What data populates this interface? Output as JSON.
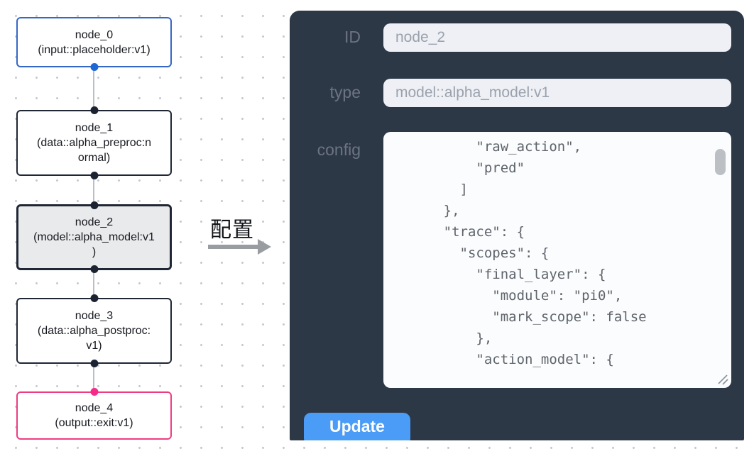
{
  "flow": {
    "nodes": [
      {
        "name": "node_0",
        "label": "node_0\n(input::placeholder:v1)"
      },
      {
        "name": "node_1",
        "label": "node_1\n(data::alpha_preproc:n\normal)"
      },
      {
        "name": "node_2",
        "label": "node_2\n(model::alpha_model:v1\n)"
      },
      {
        "name": "node_3",
        "label": "node_3\n(data::alpha_postproc:\nv1)"
      },
      {
        "name": "node_4",
        "label": "node_4\n(output::exit:v1)"
      }
    ]
  },
  "transition": {
    "label": "配置"
  },
  "panel": {
    "id_label": "ID",
    "id_value": "node_2",
    "type_label": "type",
    "type_value": "model::alpha_model:v1",
    "config_label": "config",
    "config_text": "          \"raw_action\",\n          \"pred\"\n        ]\n      },\n      \"trace\": {\n        \"scopes\": {\n          \"final_layer\": {\n            \"module\": \"pi0\",\n            \"mark_scope\": false\n          },\n          \"action_model\": {",
    "update_label": "Update"
  },
  "colors": {
    "panel_bg": "#2d3847",
    "accent_blue": "#4a9cf7",
    "node_input_border": "#3567c5",
    "node_output_border": "#ee3c82",
    "node_selected_bg": "#e9eaeb",
    "port_dark": "#1b2232",
    "port_blue": "#1f67d2",
    "port_pink": "#f52b8b"
  }
}
